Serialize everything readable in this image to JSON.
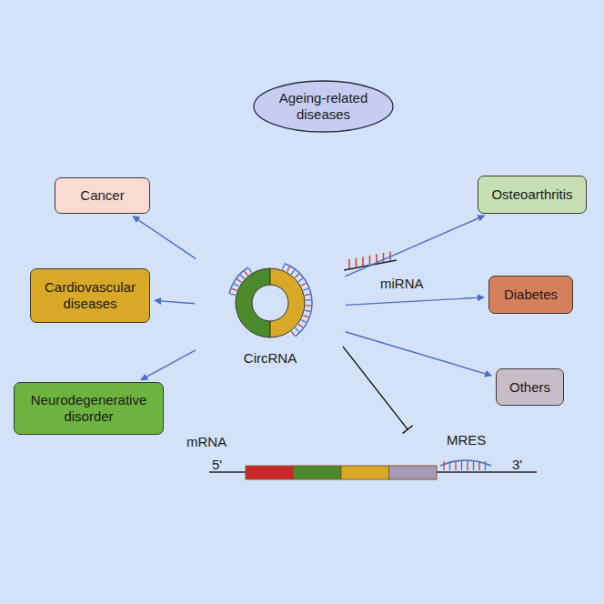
{
  "diagram": {
    "nodes": [
      {
        "text": [
          "Ageing-related diseases"
        ]
      },
      {
        "text": [
          "Cancer"
        ]
      },
      {
        "text": [
          "Cardiovascular diseases"
        ]
      },
      {
        "text": [
          "Neurodegenerative disorder"
        ]
      },
      {
        "text": [
          "CircRNA"
        ]
      },
      {
        "text": [
          "Osteoarthritis"
        ]
      },
      {
        "text": [
          "Diabetes"
        ]
      },
      {
        "text": [
          "Others"
        ]
      },
      {
        "text": [
          "mRNA"
        ]
      }
    ],
    "edges": [
      {
        "from": 4,
        "to": 1,
        "arrow": "to"
      },
      {
        "from": 4,
        "to": 2,
        "arrow": "to"
      },
      {
        "from": 4,
        "to": 3,
        "arrow": "to"
      },
      {
        "from": 4,
        "to": 5,
        "arrow": "to"
      },
      {
        "from": 4,
        "to": 6,
        "arrow": "to"
      },
      {
        "from": 4,
        "to": 7,
        "arrow": "to"
      },
      {
        "from": 4,
        "to": 8,
        "arrow": "to"
      }
    ],
    "labels": [
      "miRNA",
      "MRES",
      "5'",
      "3'"
    ]
  }
}
